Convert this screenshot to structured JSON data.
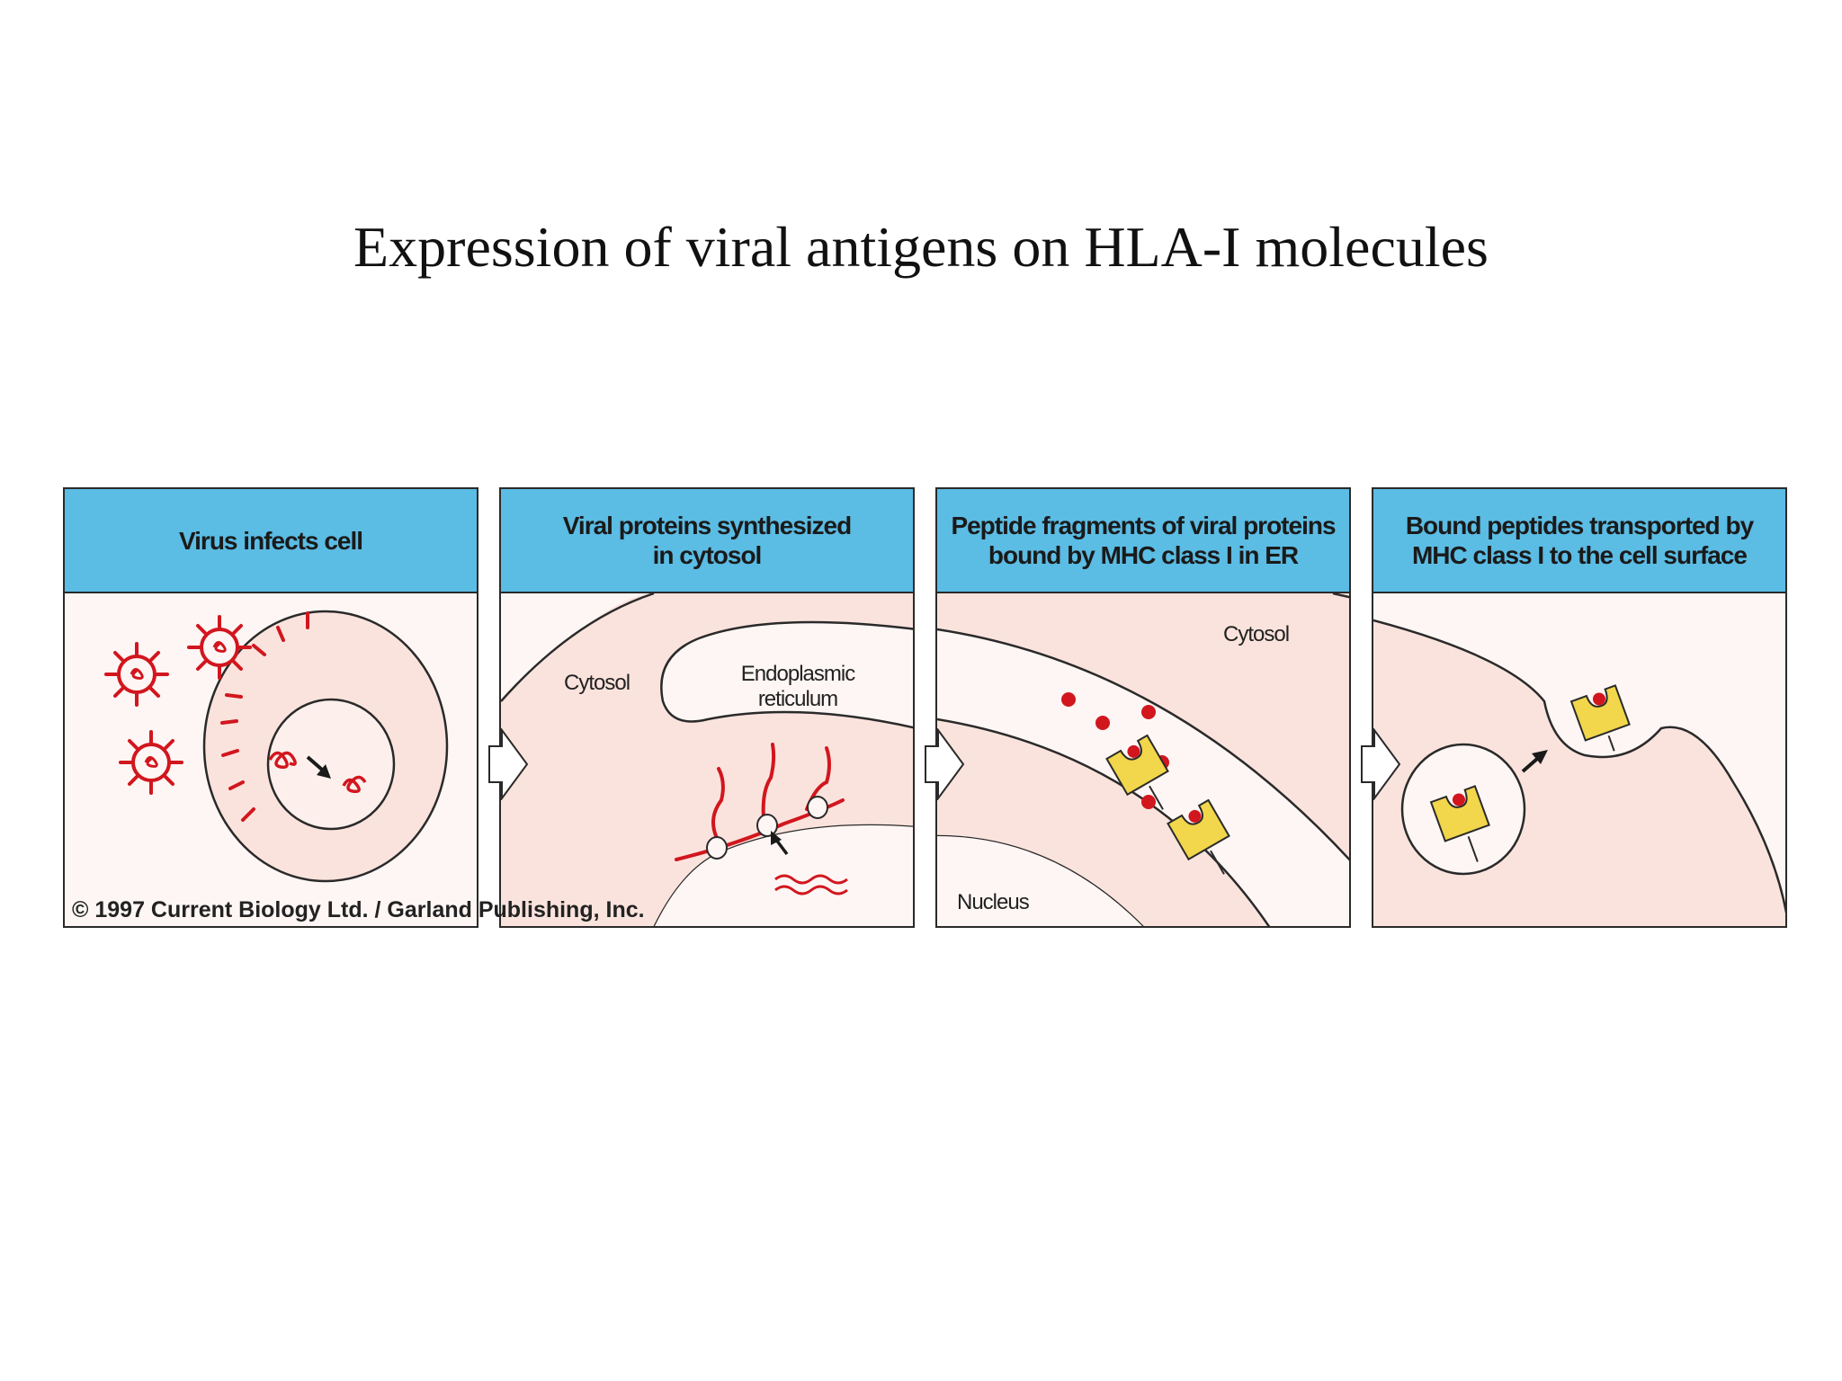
{
  "slide": {
    "title": "Expression of viral antigens on HLA-I molecules"
  },
  "panels": [
    {
      "header_lines": [
        "Virus infects cell"
      ]
    },
    {
      "header_lines": [
        "Viral proteins synthesized",
        "in cytosol"
      ],
      "labels": {
        "cytosol": "Cytosol",
        "er_line1": "Endoplasmic",
        "er_line2": "reticulum"
      }
    },
    {
      "header_lines": [
        "Peptide fragments of viral proteins",
        "bound by MHC class I in ER"
      ],
      "labels": {
        "cytosol": "Cytosol",
        "nucleus": "Nucleus"
      }
    },
    {
      "header_lines": [
        "Bound peptides transported by",
        "MHC class I to the cell surface"
      ]
    }
  ],
  "copyright": "© 1997 Current Biology Ltd. / Garland Publishing, Inc.",
  "colors": {
    "header_blue": "#5bbce4",
    "cytoplasm_pink": "#fbe3dd",
    "virus_red": "#d2161e",
    "mhc_yellow": "#f2d64b",
    "outline": "#2a2a2a"
  },
  "icons": [
    "virus-icon",
    "arrow-icon",
    "mhc-molecule-icon",
    "peptide-icon",
    "step-arrow-icon"
  ]
}
